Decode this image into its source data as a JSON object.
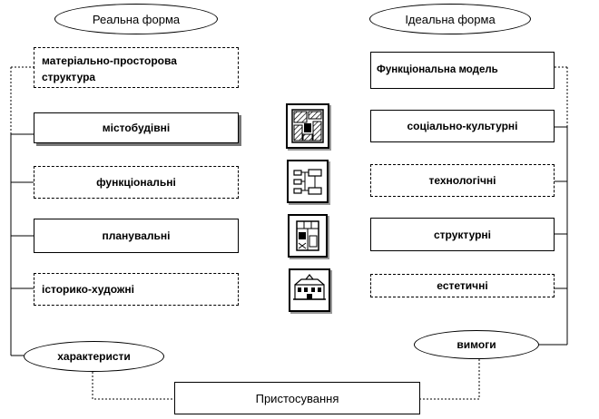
{
  "left_header": "Реальна форма",
  "right_header": "Ідеальна форма",
  "left_items": [
    "матеріально-просторова структура",
    "містобудівні",
    "функціональні",
    "планувальні",
    "історико-художні"
  ],
  "right_items": [
    "Функціональна модель",
    "соціально-культурні",
    "технологічні",
    "структурні",
    "естетичні"
  ],
  "left_footer": "характеристи",
  "right_footer": "вимоги",
  "bottom_box": "Пристосування",
  "icons": [
    "hatched-plan-icon",
    "flowchart-icon",
    "floor-plan-icon",
    "building-facade-icon"
  ]
}
